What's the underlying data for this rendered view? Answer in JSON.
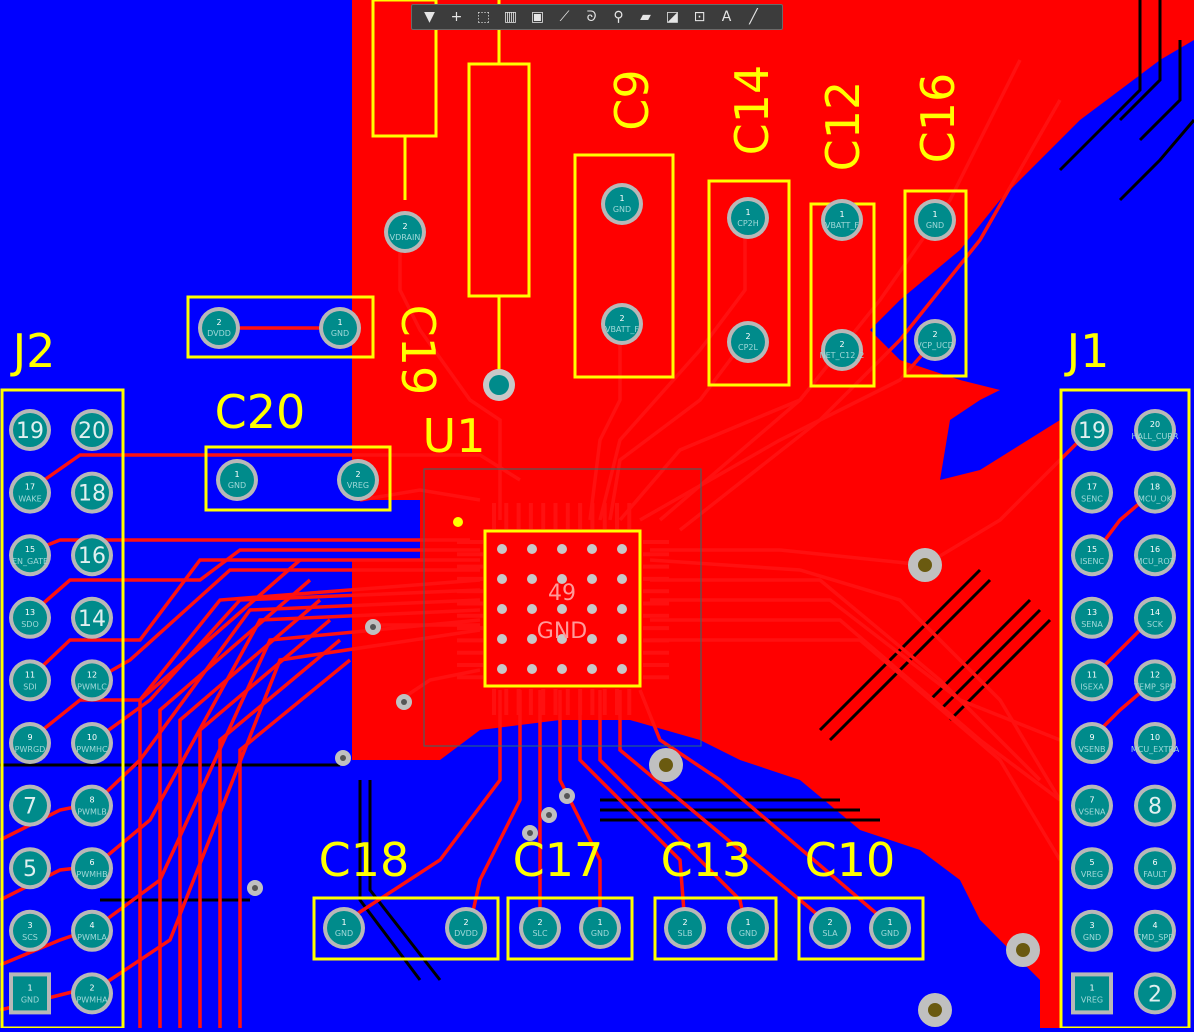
{
  "toolbar": {
    "tools": [
      {
        "name": "filter-icon",
        "glyph": "▼"
      },
      {
        "name": "cross-probe-icon",
        "glyph": "+"
      },
      {
        "name": "select-rect-icon",
        "glyph": "⬚"
      },
      {
        "name": "align-icon",
        "glyph": "▥"
      },
      {
        "name": "component-icon",
        "glyph": "▣"
      },
      {
        "name": "route-icon",
        "glyph": "⟋"
      },
      {
        "name": "diff-pair-icon",
        "glyph": "ᘐ"
      },
      {
        "name": "via-icon",
        "glyph": "⚲"
      },
      {
        "name": "polygon-icon",
        "glyph": "▰"
      },
      {
        "name": "keepout-icon",
        "glyph": "◪"
      },
      {
        "name": "dimension-icon",
        "glyph": "⊡"
      },
      {
        "name": "text-icon",
        "glyph": "A"
      },
      {
        "name": "line-icon",
        "glyph": "╱"
      }
    ]
  },
  "designators": {
    "C9": "C9",
    "C14": "C14",
    "C12": "C12",
    "C16": "C16",
    "C19": "C19",
    "C20": "C20",
    "U1": "U1",
    "J1": "J1",
    "J2": "J2",
    "C18": "C18",
    "C17": "C17",
    "C13": "C13",
    "C10": "C10"
  },
  "pads": {
    "c9_1": {
      "num": "1",
      "net": "GND"
    },
    "c9_2": {
      "num": "2",
      "net": "VBATT_F"
    },
    "c14_1": {
      "num": "1",
      "net": "CP2H"
    },
    "c14_2": {
      "num": "2",
      "net": "CP2L"
    },
    "c12_1": {
      "num": "1",
      "net": "VBATT_F"
    },
    "c12_2": {
      "num": "2",
      "net": "NET_C12_2"
    },
    "c16_1": {
      "num": "1",
      "net": "GND"
    },
    "c16_2": {
      "num": "2",
      "net": "VCP_UCD"
    },
    "c19_2": {
      "num": "2",
      "net": "VDRAIN"
    },
    "cdvdd_2": {
      "num": "2",
      "net": "DVDD"
    },
    "cdvdd_1": {
      "num": "1",
      "net": "GND"
    },
    "c20_1": {
      "num": "1",
      "net": "GND"
    },
    "c20_2": {
      "num": "2",
      "net": "VREG"
    },
    "c18_1": {
      "num": "1",
      "net": "GND"
    },
    "c18_2": {
      "num": "2",
      "net": "DVDD"
    },
    "c17_2": {
      "num": "2",
      "net": "SLC"
    },
    "c17_1": {
      "num": "1",
      "net": "GND"
    },
    "c13_2": {
      "num": "2",
      "net": "SLB"
    },
    "c13_1": {
      "num": "1",
      "net": "GND"
    },
    "c10_2": {
      "num": "2",
      "net": "SLA"
    },
    "c10_1": {
      "num": "1",
      "net": "GND"
    }
  },
  "u1_pad": {
    "num": "49",
    "net": "GND"
  },
  "j2_pins": [
    {
      "num": "19",
      "net": ""
    },
    {
      "num": "20",
      "net": ""
    },
    {
      "num": "17",
      "net": "WAKE"
    },
    {
      "num": "18",
      "net": ""
    },
    {
      "num": "15",
      "net": "EN_GATE"
    },
    {
      "num": "16",
      "net": ""
    },
    {
      "num": "13",
      "net": "SDO"
    },
    {
      "num": "14",
      "net": ""
    },
    {
      "num": "11",
      "net": "SDI"
    },
    {
      "num": "12",
      "net": "PWMLC"
    },
    {
      "num": "9",
      "net": "PWRGD"
    },
    {
      "num": "10",
      "net": "PWMHC"
    },
    {
      "num": "7",
      "net": ""
    },
    {
      "num": "8",
      "net": "PWMLB"
    },
    {
      "num": "5",
      "net": ""
    },
    {
      "num": "6",
      "net": "PWMHB"
    },
    {
      "num": "3",
      "net": "SCS"
    },
    {
      "num": "4",
      "net": "PWMLA"
    },
    {
      "num": "1",
      "net": "GND"
    },
    {
      "num": "2",
      "net": "PWMHA"
    }
  ],
  "j1_pins": [
    {
      "num": "19",
      "net": ""
    },
    {
      "num": "20",
      "net": "HALL_CURR"
    },
    {
      "num": "17",
      "net": "SENC"
    },
    {
      "num": "18",
      "net": "MCU_OK"
    },
    {
      "num": "15",
      "net": "ISENC"
    },
    {
      "num": "16",
      "net": "MCU_ROT"
    },
    {
      "num": "13",
      "net": "SENA"
    },
    {
      "num": "14",
      "net": "SCK"
    },
    {
      "num": "11",
      "net": "ISEXA"
    },
    {
      "num": "12",
      "net": "TEMP_SPD"
    },
    {
      "num": "9",
      "net": "VSENB"
    },
    {
      "num": "10",
      "net": "MCU_EXTRA"
    },
    {
      "num": "7",
      "net": "VSENA"
    },
    {
      "num": "8",
      "net": ""
    },
    {
      "num": "5",
      "net": "VREG"
    },
    {
      "num": "6",
      "net": "FAULT"
    },
    {
      "num": "3",
      "net": "GND"
    },
    {
      "num": "4",
      "net": "CMD_SPD"
    },
    {
      "num": "1",
      "net": "VREG"
    },
    {
      "num": "2",
      "net": ""
    }
  ],
  "colors": {
    "bottom_copper": "#0000ff",
    "top_copper": "#ff0000",
    "silkscreen": "#ffff00",
    "pad_fill": "#008b8b",
    "via_ring": "#c0c0c0"
  }
}
